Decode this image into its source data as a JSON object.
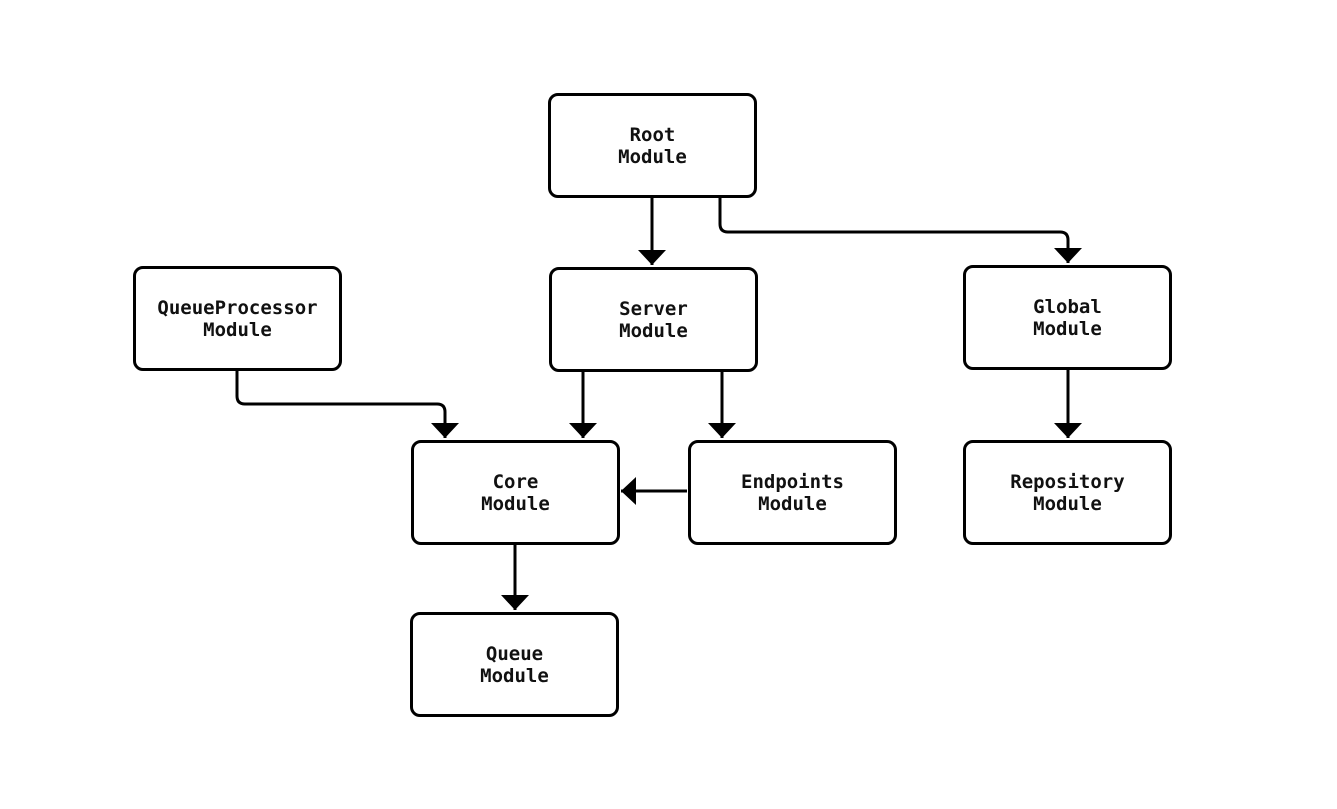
{
  "diagram": {
    "type": "module-dependency-graph",
    "colors": {
      "background": "#ffffff",
      "node_fill": "#ffffff",
      "node_border": "#000000",
      "edge_stroke": "#000000",
      "text": "#111111"
    },
    "nodes": {
      "root": {
        "label": "Root\nModule"
      },
      "queueprocessor": {
        "label": "QueueProcessor\nModule"
      },
      "server": {
        "label": "Server\nModule"
      },
      "global": {
        "label": "Global\nModule"
      },
      "core": {
        "label": "Core\nModule"
      },
      "endpoints": {
        "label": "Endpoints\nModule"
      },
      "repository": {
        "label": "Repository\nModule"
      },
      "queue": {
        "label": "Queue\nModule"
      }
    },
    "edges": [
      {
        "from": "Root Module",
        "to": "Server Module"
      },
      {
        "from": "Root Module",
        "to": "Global Module"
      },
      {
        "from": "QueueProcessor Module",
        "to": "Core Module"
      },
      {
        "from": "Server Module",
        "to": "Core Module"
      },
      {
        "from": "Server Module",
        "to": "Endpoints Module"
      },
      {
        "from": "Endpoints Module",
        "to": "Core Module"
      },
      {
        "from": "Global Module",
        "to": "Repository Module"
      },
      {
        "from": "Core Module",
        "to": "Queue Module"
      }
    ]
  }
}
